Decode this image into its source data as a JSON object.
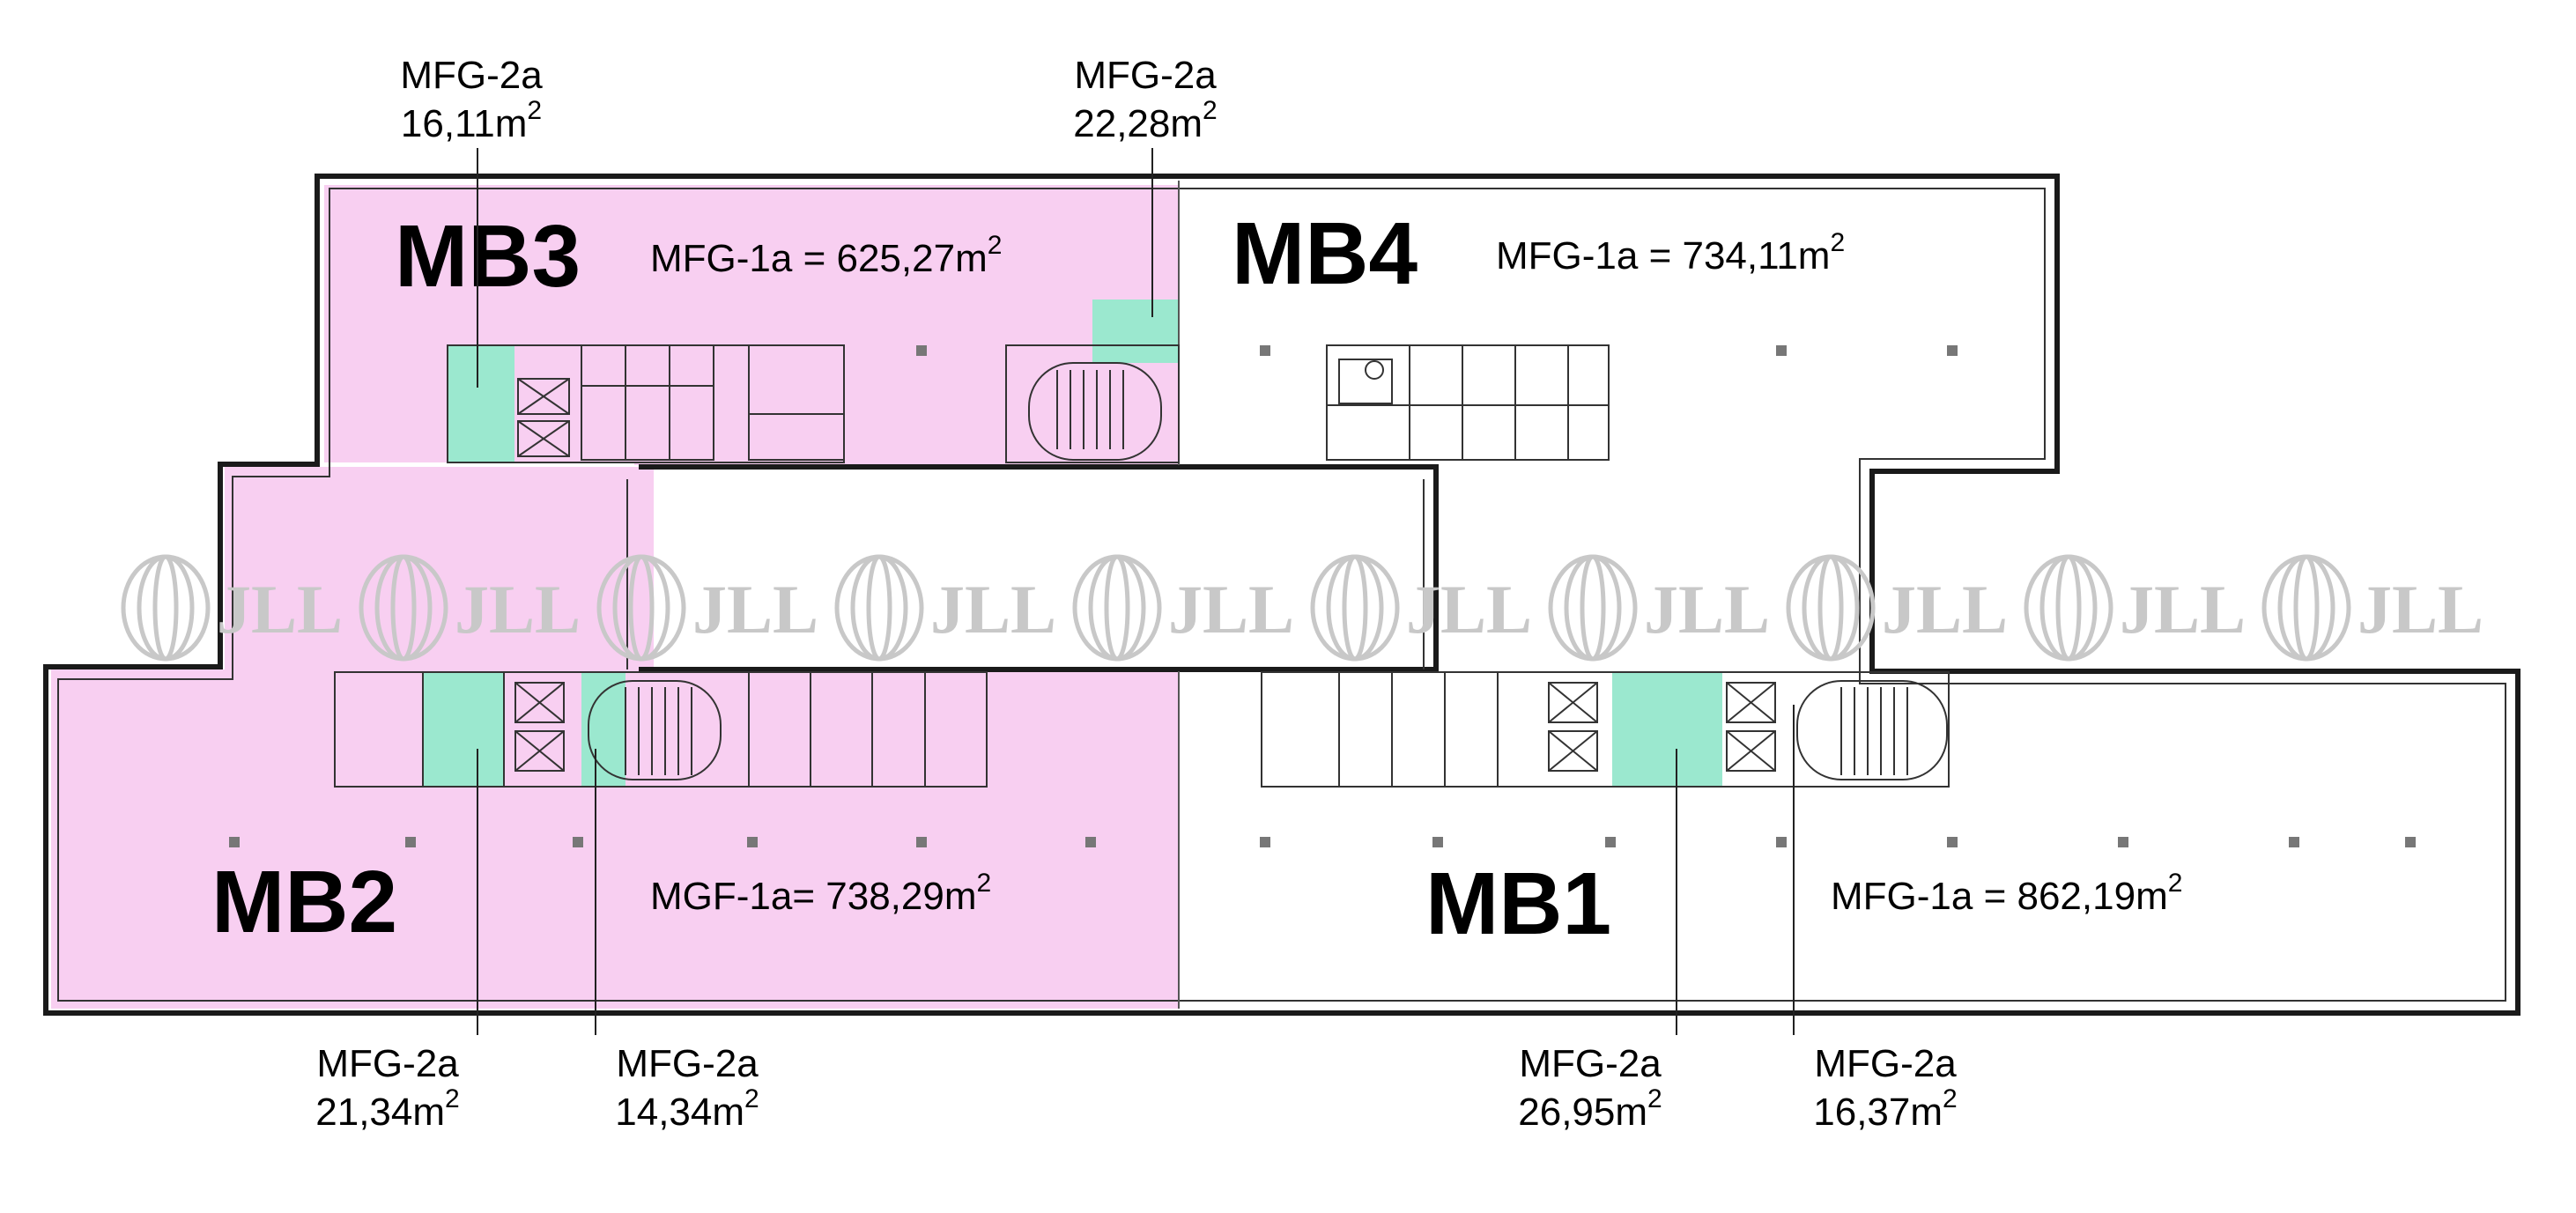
{
  "units": {
    "mb1": "MB1",
    "mb2": "MB2",
    "mb3": "MB3",
    "mb4": "MB4"
  },
  "areas": {
    "mb1": {
      "label": "MFG-1a = 862,19m",
      "sup": "2"
    },
    "mb2": {
      "label": "MGF-1a=  738,29m",
      "sup": "2"
    },
    "mb3": {
      "label": "MFG-1a = 625,27m",
      "sup": "2"
    },
    "mb4": {
      "label": "MFG-1a = 734,11m",
      "sup": "2"
    }
  },
  "callouts": [
    {
      "code": "MFG-2a",
      "value": "16,11m",
      "sup": "2"
    },
    {
      "code": "MFG-2a",
      "value": "22,28m",
      "sup": "2"
    },
    {
      "code": "MFG-2a",
      "value": "21,34m",
      "sup": "2"
    },
    {
      "code": "MFG-2a",
      "value": "14,34m",
      "sup": "2"
    },
    {
      "code": "MFG-2a",
      "value": "26,95m",
      "sup": "2"
    },
    {
      "code": "MFG-2a",
      "value": "16,37m",
      "sup": "2"
    }
  ],
  "watermark": "JLL",
  "colors": {
    "leased_fill": "#f8cff1",
    "common_fill": "#9be8cf",
    "free_fill": "#ffffff",
    "wall": "#1a1a1a",
    "watermark": "#c8c8c8"
  }
}
